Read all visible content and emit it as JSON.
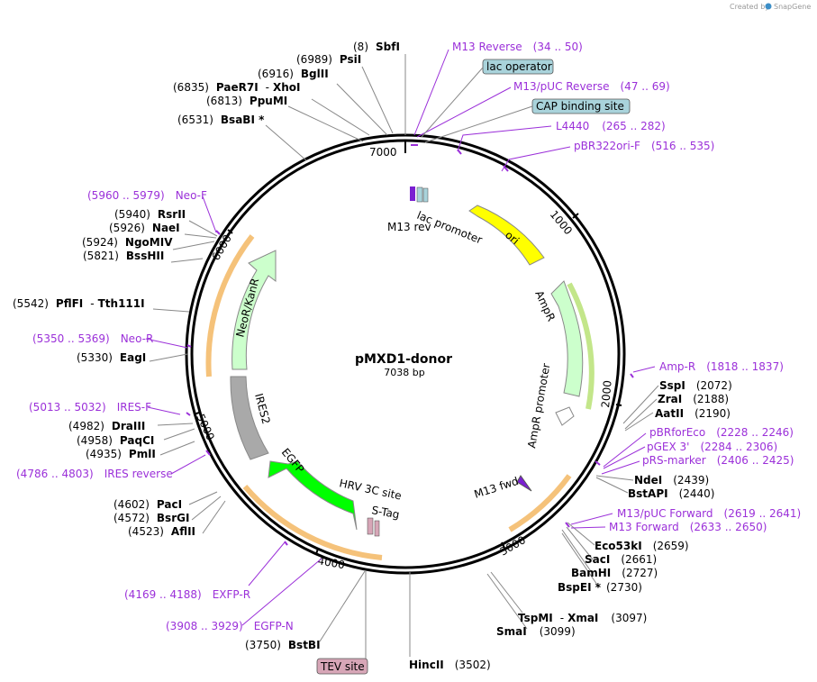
{
  "credit": "Created by",
  "brand": "SnapGene",
  "plasmid": {
    "name": "pMXD1-donor",
    "size": "7038 bp"
  },
  "colors": {
    "primer": "#9b30d9",
    "feature_box_blue": "#a9d3db",
    "feature_box_pink": "#d7a6b7",
    "ori": "#ffff00",
    "ampr": "#ccffcc",
    "egfp": "#00ff00",
    "ires": "#a9a9a9",
    "orange_band": "#f5c27a"
  },
  "ticks": [
    "7000",
    "1000",
    "2000",
    "3000",
    "4000",
    "5000",
    "6000"
  ],
  "sites": [
    {
      "num": "(8)",
      "name": "SbfI"
    },
    {
      "num": "(6989)",
      "name": "PsiI"
    },
    {
      "num": "(6916)",
      "name": "BglII"
    },
    {
      "num": "(6835)",
      "name": "PaeR7I",
      "name2": "XhoI"
    },
    {
      "num": "(6813)",
      "name": "PpuMI"
    },
    {
      "num": "(6531)",
      "name": "BsaBI *"
    },
    {
      "num": "(5940)",
      "name": "RsrII"
    },
    {
      "num": "(5926)",
      "name": "NaeI"
    },
    {
      "num": "(5924)",
      "name": "NgoMIV"
    },
    {
      "num": "(5821)",
      "name": "BssHII"
    },
    {
      "num": "(5542)",
      "name": "PflFI",
      "name2": "Tth111I"
    },
    {
      "num": "(5330)",
      "name": "EagI"
    },
    {
      "num": "(4982)",
      "name": "DraIII"
    },
    {
      "num": "(4958)",
      "name": "PaqCI"
    },
    {
      "num": "(4935)",
      "name": "PmlI"
    },
    {
      "num": "(4602)",
      "name": "PacI"
    },
    {
      "num": "(4572)",
      "name": "BsrGI"
    },
    {
      "num": "(4523)",
      "name": "AflII"
    },
    {
      "num": "(3750)",
      "name": "BstBI"
    },
    {
      "num": "(3502)",
      "name": "HincII"
    },
    {
      "num": "(3097)",
      "name": "TspMI",
      "name2": "XmaI"
    },
    {
      "num": "(3099)",
      "name": "SmaI"
    },
    {
      "num": "(2730)",
      "name": "BspEI *"
    },
    {
      "num": "(2727)",
      "name": "BamHI"
    },
    {
      "num": "(2661)",
      "name": "SacI"
    },
    {
      "num": "(2659)",
      "name": "Eco53kI"
    },
    {
      "num": "(2440)",
      "name": "BstAPI"
    },
    {
      "num": "(2439)",
      "name": "NdeI"
    },
    {
      "num": "(2190)",
      "name": "AatII"
    },
    {
      "num": "(2188)",
      "name": "ZraI"
    },
    {
      "num": "(2072)",
      "name": "SspI"
    }
  ],
  "primers": [
    {
      "name": "M13 Reverse",
      "range": "(34 .. 50)"
    },
    {
      "name": "M13/pUC Reverse",
      "range": "(47 .. 69)"
    },
    {
      "name": "L4440",
      "range": "(265 .. 282)"
    },
    {
      "name": "pBR322ori-F",
      "range": "(516 .. 535)"
    },
    {
      "name": "Amp-R",
      "range": "(1818 .. 1837)"
    },
    {
      "name": "pBRforEco",
      "range": "(2228 .. 2246)"
    },
    {
      "name": "pGEX 3'",
      "range": "(2284 .. 2306)"
    },
    {
      "name": "pRS-marker",
      "range": "(2406 .. 2425)"
    },
    {
      "name": "M13/pUC Forward",
      "range": "(2619 .. 2641)"
    },
    {
      "name": "M13 Forward",
      "range": "(2633 .. 2650)"
    },
    {
      "name": "EXFP-R",
      "range": "(4169 .. 4188)"
    },
    {
      "name": "EGFP-N",
      "range": "(3908 .. 3929)"
    },
    {
      "name": "IRES reverse",
      "range": "(4786 .. 4803)"
    },
    {
      "name": "IRES-F",
      "range": "(5013 .. 5032)"
    },
    {
      "name": "Neo-R",
      "range": "(5350 .. 5369)"
    },
    {
      "name": "Neo-F",
      "range": "(5960 .. 5979)"
    }
  ],
  "boxed_features": [
    {
      "label": "lac operator"
    },
    {
      "label": "CAP binding site"
    },
    {
      "label": "TEV site"
    }
  ],
  "features": [
    {
      "label": "lac promoter"
    },
    {
      "label": "M13 rev"
    },
    {
      "label": "ori"
    },
    {
      "label": "AmpR"
    },
    {
      "label": "AmpR promoter"
    },
    {
      "label": "M13 fwd"
    },
    {
      "label": "HRV 3C site"
    },
    {
      "label": "S-Tag"
    },
    {
      "label": "EGFP"
    },
    {
      "label": "IRES2"
    },
    {
      "label": "NeoR/KanR"
    }
  ]
}
